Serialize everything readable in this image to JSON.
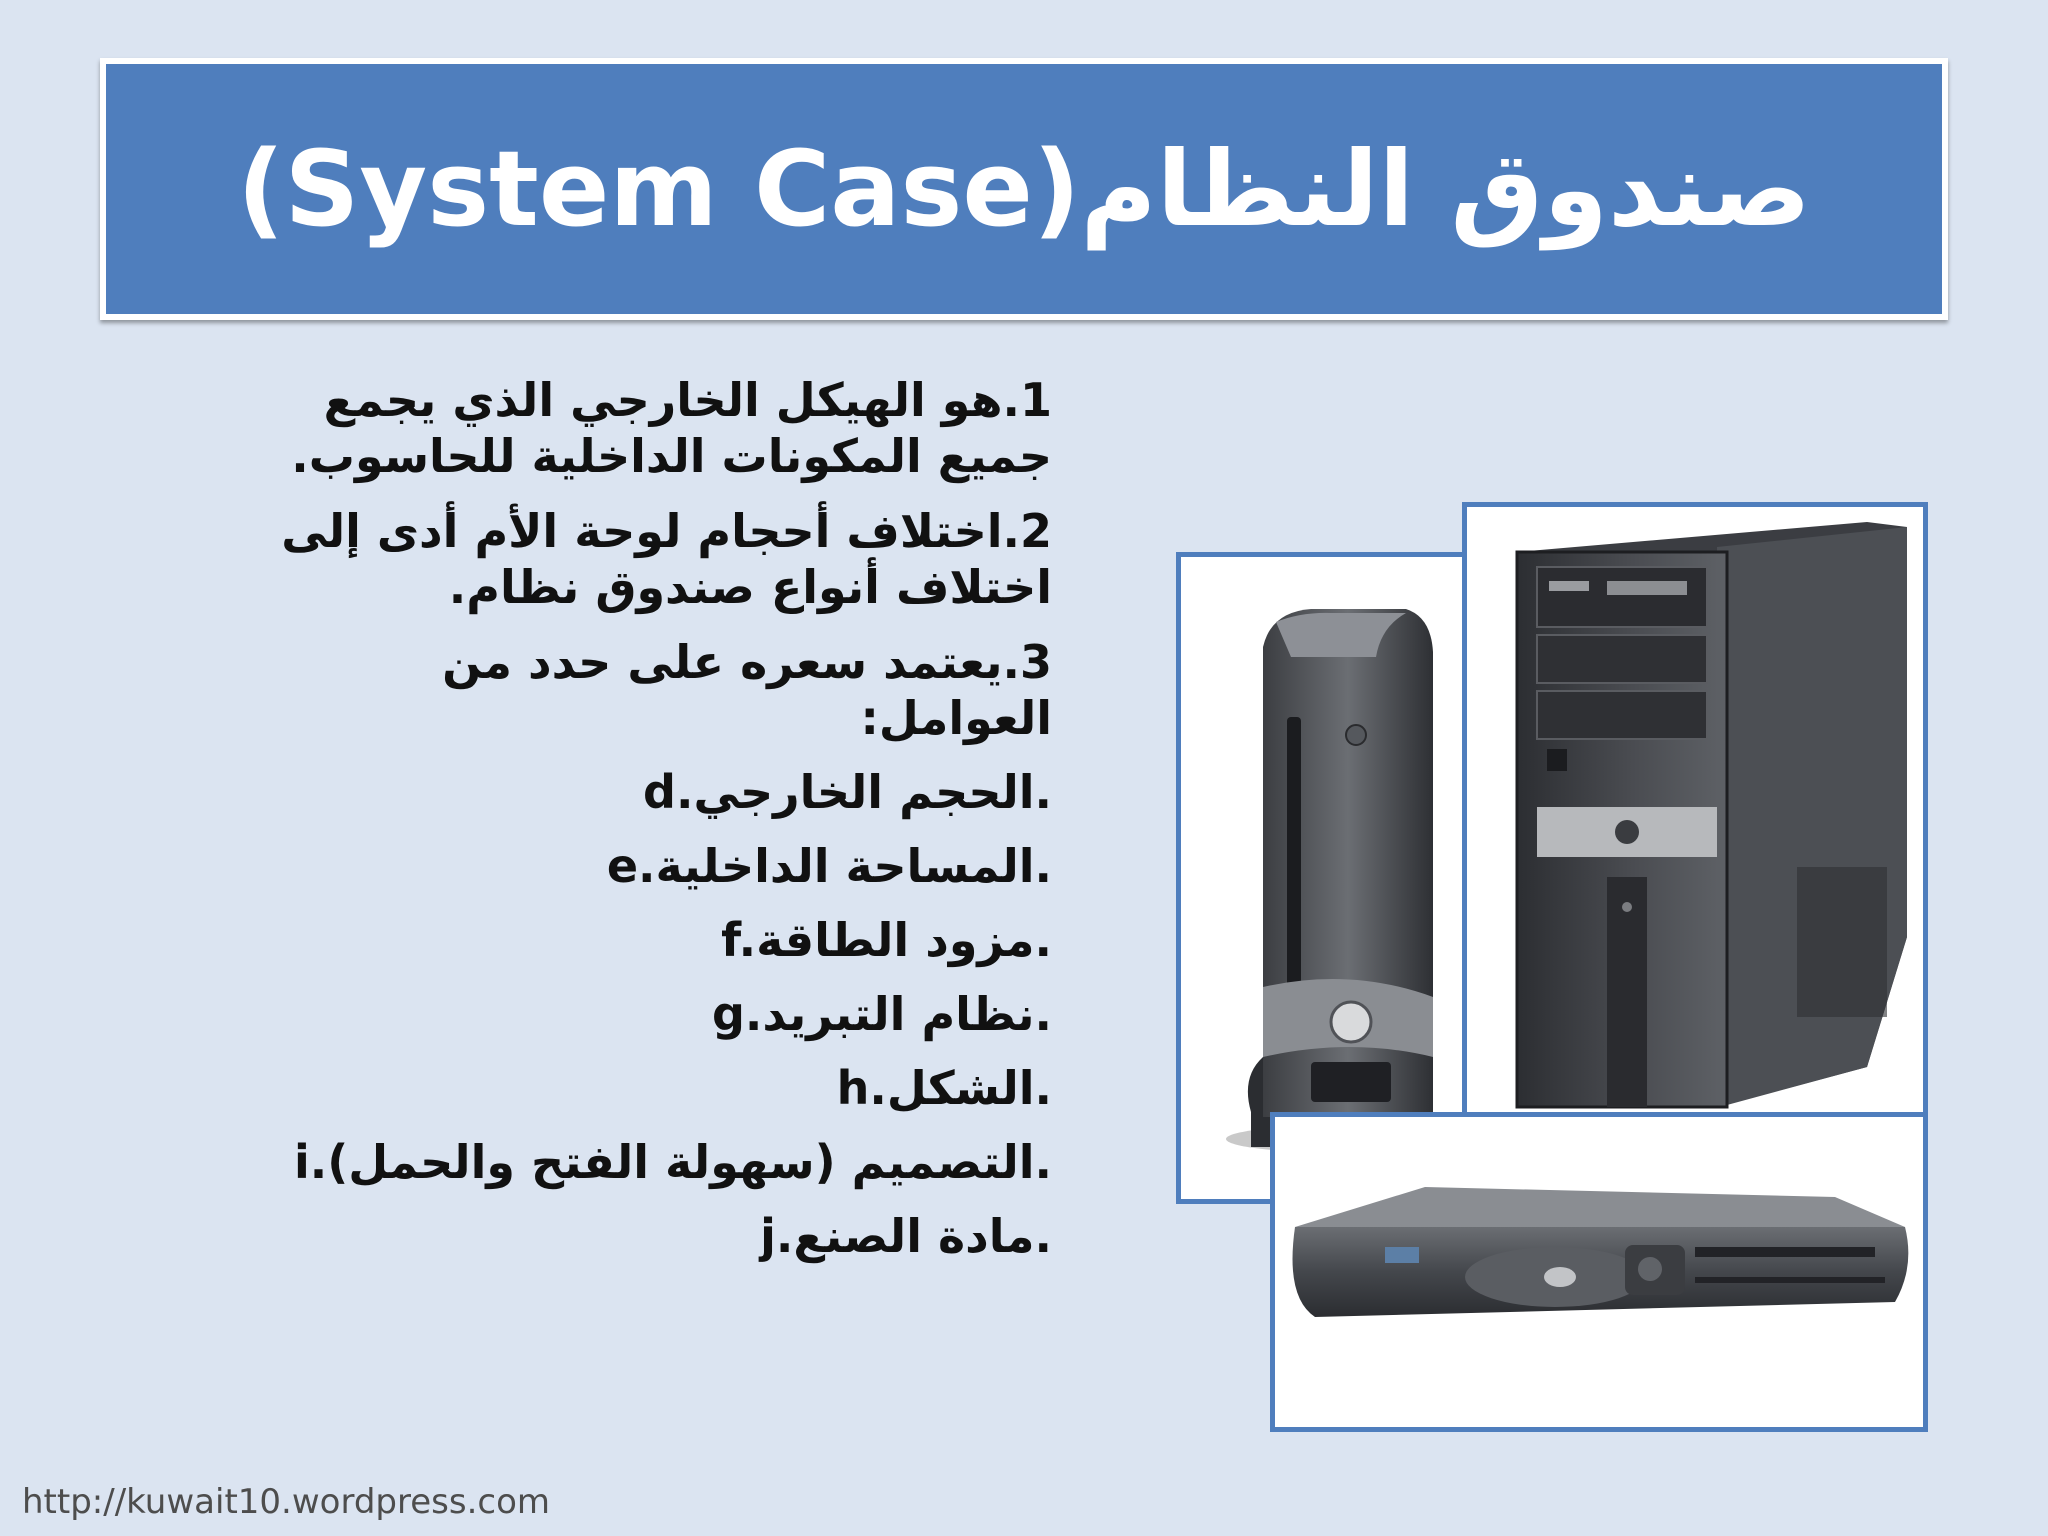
{
  "slide": {
    "title": "صندوق النظام(System Case)",
    "items": [
      "1.هو الهيكل الخارجي الذي يجمع جميع المكونات الداخلية للحاسوب.",
      "2.اختلاف أحجام لوحة الأم أدى إلى اختلاف أنواع صندوق نظام.",
      "3.يعتمد سعره على حدد من العوامل:",
      "d.الحجم الخارجي.",
      "e.المساحة الداخلية.",
      "f.مزود الطاقة.",
      "g.نظام التبريد.",
      "h.الشكل.",
      "i.التصميم (سهولة الفتح والحمل).",
      "j.مادة الصنع."
    ],
    "footer": "http://kuwait10.wordpress.com"
  },
  "images": [
    {
      "name": "slim-tower-pc-photo",
      "icon": "slim-tower-computer"
    },
    {
      "name": "hp-tower-pc-photo",
      "icon": "tower-computer"
    },
    {
      "name": "desktop-case-photo",
      "icon": "horizontal-desktop-computer"
    }
  ],
  "colors": {
    "background": "#dbe4f1",
    "title_bar": "#4f7ebd",
    "title_text": "#ffffff",
    "body_text": "#111111",
    "frame": "#4f7ebd"
  }
}
